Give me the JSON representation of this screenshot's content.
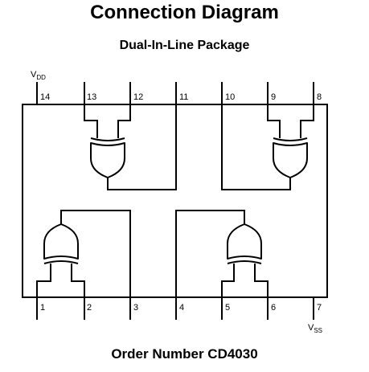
{
  "title": "Connection Diagram",
  "subtitle": "Dual-In-Line Package",
  "footer": "Order Number CD4030",
  "supply": {
    "vdd_main": "V",
    "vdd_sub": "DD",
    "vss_main": "V",
    "vss_sub": "SS"
  },
  "pins_top": [
    "14",
    "13",
    "12",
    "11",
    "10",
    "9",
    "8"
  ],
  "pins_bottom": [
    "1",
    "2",
    "3",
    "4",
    "5",
    "6",
    "7"
  ]
}
